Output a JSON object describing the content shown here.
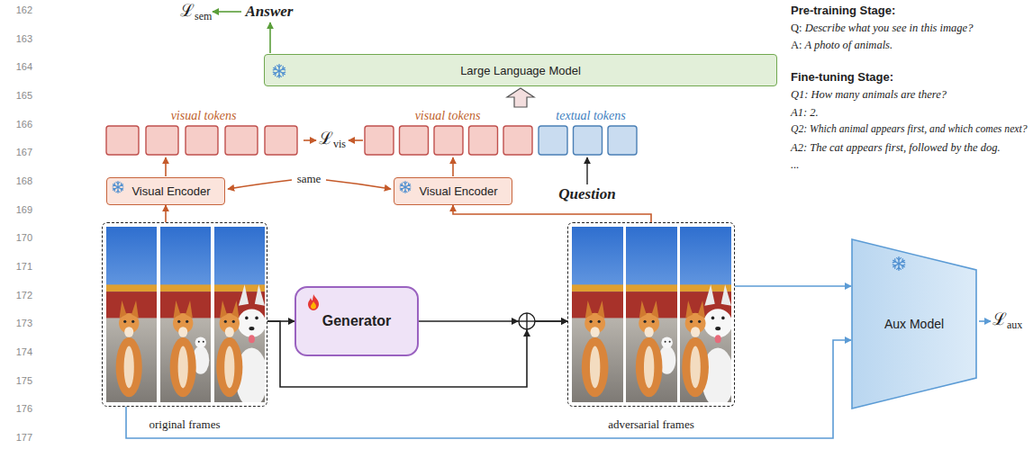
{
  "diagram": {
    "nodes": [
      {
        "text": [
          "Large Language Model"
        ]
      },
      {
        "text": [
          "Visual Encoder"
        ]
      },
      {
        "text": [
          "Visual Encoder"
        ]
      },
      {
        "text": [
          "original frames"
        ]
      },
      {
        "text": [
          "Generator"
        ]
      },
      {
        "text": [
          "adversarial frames"
        ]
      },
      {
        "text": [
          "Aux Model"
        ]
      }
    ],
    "edges": [
      {
        "from": 3,
        "to": 1,
        "arrow": "to"
      },
      {
        "from": 5,
        "to": 2,
        "arrow": "to"
      },
      {
        "from": 3,
        "to": 4,
        "arrow": "to"
      },
      {
        "from": 4,
        "to": 5,
        "arrow": "to"
      },
      {
        "from": 3,
        "to": 5,
        "arrow": "to"
      },
      {
        "from": 5,
        "to": 6,
        "arrow": "to"
      },
      {
        "from": 3,
        "to": 6,
        "arrow": "to"
      }
    ],
    "labels": [
      "162",
      "163",
      "164",
      "165",
      "166",
      "167",
      "168",
      "169",
      "170",
      "171",
      "172",
      "173",
      "174",
      "175",
      "176",
      "177",
      "ℒsem",
      "Answer",
      "visual tokens",
      "ℒvis",
      "visual tokens",
      "textual tokens",
      "same",
      "Question",
      "ℒaux",
      "Pre-training Stage:",
      "Q: Describe what you see in this image?",
      "A: A photo of animals.",
      "Fine-tuning Stage:",
      "Q1: How many animals are there?",
      "A1: 2.",
      "Q2: Which animal appears first, and which comes next?",
      "A2: The cat appears first, followed by the dog.",
      "..."
    ]
  }
}
